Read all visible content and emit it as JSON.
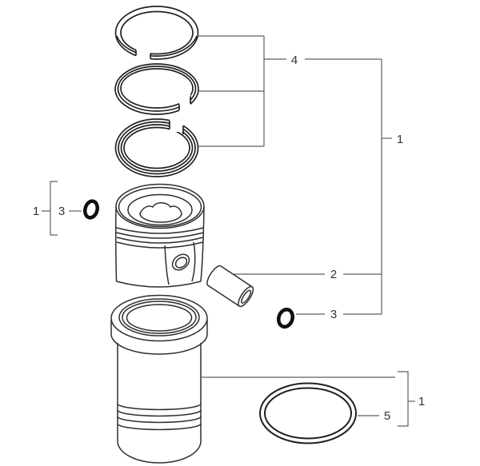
{
  "diagram": {
    "colors": {
      "background": "#ffffff",
      "callout_line": "#5f5f5f",
      "part_line": "#2e2e2e",
      "seal_line": "#0f0f0f",
      "label_text": "#333333"
    },
    "callouts": {
      "ring_set": "4",
      "assembly_right": "1",
      "left_group": "1",
      "left_seal": "3",
      "piston_pin": "2",
      "pin_seal": "3",
      "liner_group": "1",
      "liner_seal": "5"
    },
    "parts": {
      "ring_top": "compression-ring-top",
      "ring_middle": "compression-ring-middle",
      "ring_oil": "oil-control-ring",
      "left_seal": "sealing-ring",
      "piston": "piston",
      "piston_pin": "piston-pin",
      "pin_seal": "sealing-ring",
      "cylinder_liner": "cylinder-liner",
      "liner_oring": "liner-o-ring"
    }
  }
}
